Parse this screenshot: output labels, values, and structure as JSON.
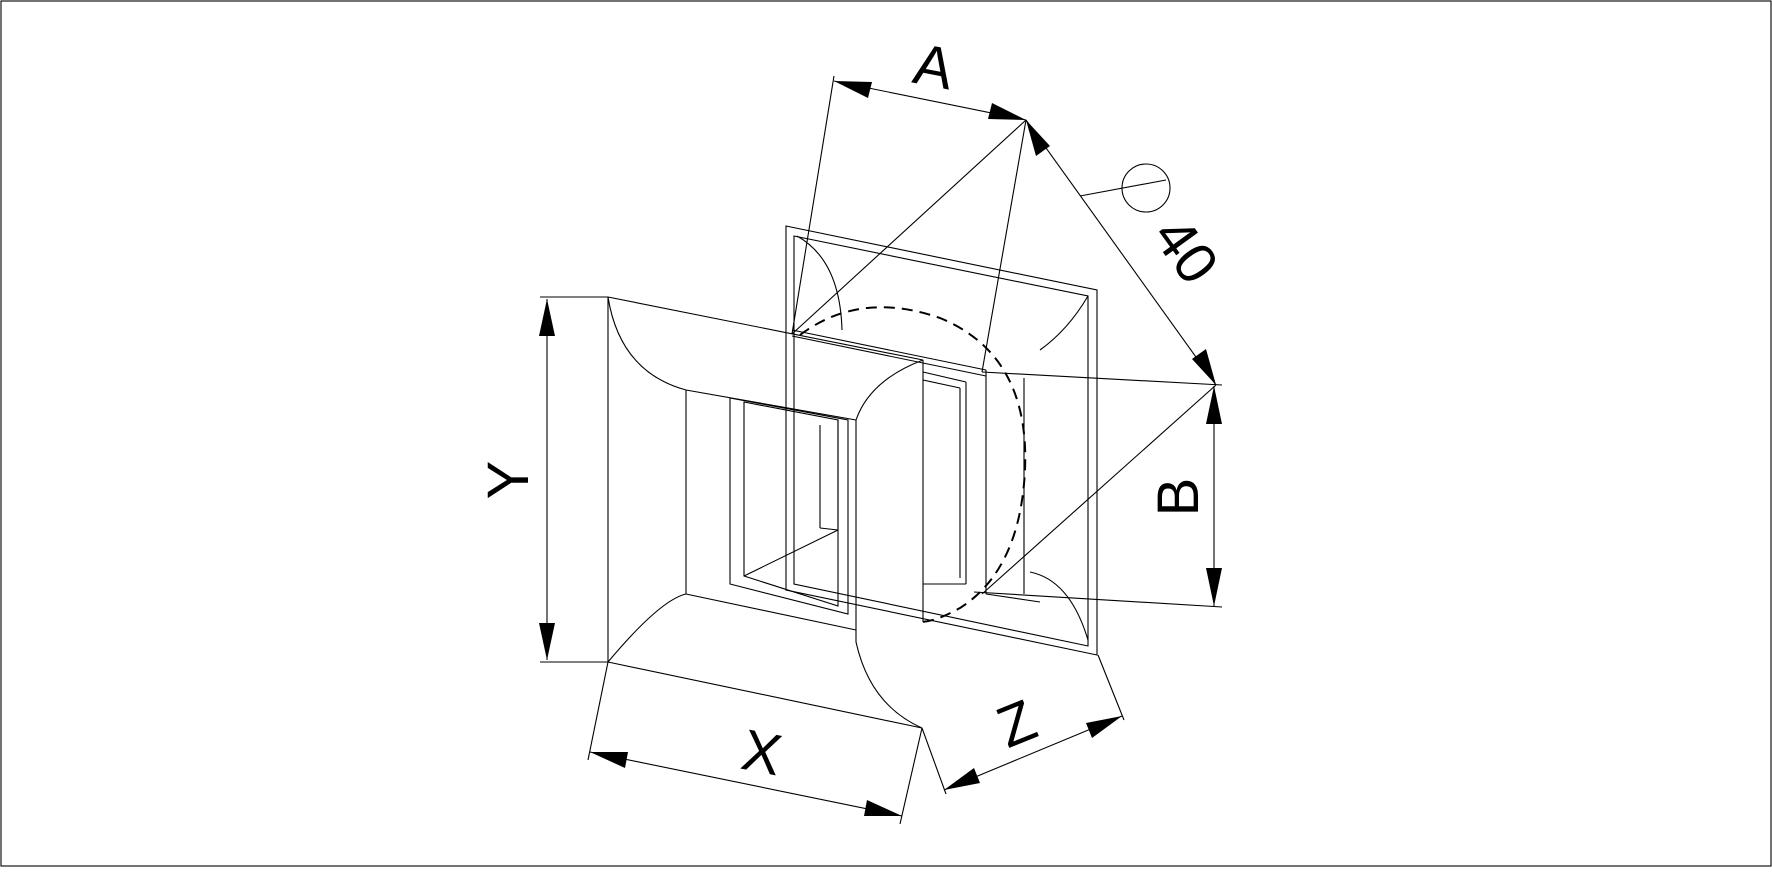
{
  "diagram": {
    "labels": {
      "a": "A",
      "b": "B",
      "x": "X",
      "y": "Y",
      "z": "Z",
      "diameter_value": "40"
    },
    "line_color": "#000000",
    "background": "#ffffff",
    "icons": {
      "diameter": "diameter-symbol"
    }
  }
}
